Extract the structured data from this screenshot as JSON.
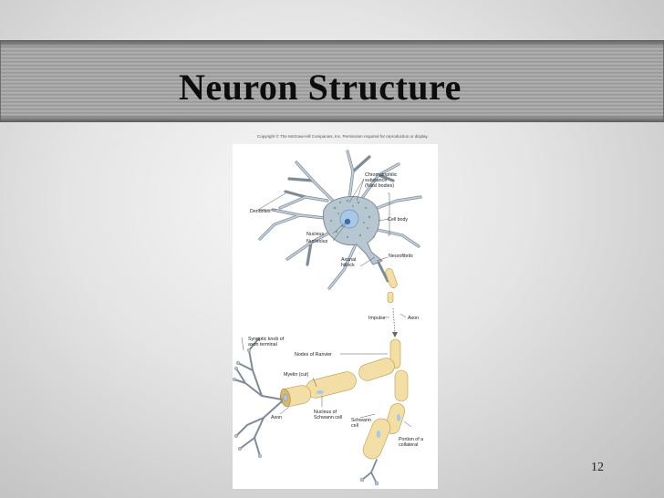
{
  "slide": {
    "title": "Neuron Structure",
    "page_number": "12",
    "copyright": "Copyright © The McGraw-Hill Companies, Inc. Permission required for reproduction or display."
  },
  "diagram": {
    "labels": {
      "chromatophilic_1": "Chromatophilic",
      "chromatophilic_2": "substance",
      "chromatophilic_3": "(Nissl bodies)",
      "dendrites": "Dendrites",
      "cell_body": "Cell body",
      "nucleus": "Nucleus",
      "nucleolus": "Nucleolus",
      "neurofibrils": "Neurofibrils",
      "axonal_hillock_1": "Axonal",
      "axonal_hillock_2": "hillock",
      "impulse": "Impulse",
      "axon_right": "Axon",
      "synaptic_knob_1": "Synaptic knob of",
      "synaptic_knob_2": "axon terminal",
      "nodes_of_ranvier": "Nodes of Ranvier",
      "myelin": "Myelin (cut)",
      "axon_left": "Axon",
      "nucleus_schwann_1": "Nucleus of",
      "nucleus_schwann_2": "Schwann cell",
      "schwann_cell_1": "Schwann",
      "schwann_cell_2": "cell",
      "collateral_1": "Portion of a",
      "collateral_2": "collateral"
    },
    "colors": {
      "neuron_body": "#b8c6d2",
      "neuron_outline": "#7f8c98",
      "myelin": "#f3dfa6",
      "myelin_outline": "#b99a55",
      "nissl": "#5fae8c",
      "nucleus": "#a8c8e8"
    }
  }
}
